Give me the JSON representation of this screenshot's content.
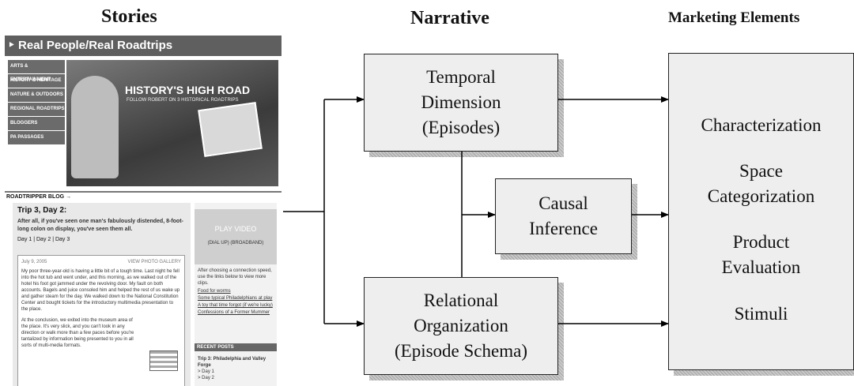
{
  "columns": {
    "stories": "Stories",
    "narrative": "Narrative",
    "marketing": "Marketing Elements"
  },
  "boxes": {
    "temporal": [
      "Temporal",
      "Dimension",
      "(Episodes)"
    ],
    "causal": [
      "Causal",
      "Inference"
    ],
    "relational": [
      "Relational",
      "Organization",
      "(Episode Schema)"
    ],
    "marketing": [
      "Characterization",
      "Space",
      "Categorization",
      "Product",
      "Evaluation",
      "Stimuli"
    ]
  },
  "screenshot": {
    "site_title": "Real People/Real Roadtrips",
    "nav_items": [
      "ARTS & ENTERTAINMENT",
      "HISTORY & HERITAGE",
      "NATURE & OUTDOORS",
      "REGIONAL ROADTRIPS",
      "BLOGGERS",
      "PA PASSAGES"
    ],
    "hero_title": "HISTORY'S HIGH ROAD",
    "hero_subtitle": "FOLLOW ROBERT ON 3 HISTORICAL ROADTRIPS",
    "blog_label": "ROADTRIPPER BLOG →",
    "post_heading": "Trip 3, Day 2:",
    "post_subtitle": "After all, if you've seen one man's fabulously distended, 8-foot-long colon on display, you've seen them all.",
    "post_nav": "Day 1 | Day 2 | Day 3",
    "post_date": "July 9, 2005",
    "gallery_label": "VIEW PHOTO GALLERY",
    "post_body": "My poor three-year-old is having a little bit of a tough time. Last night he fell into the hot tub and went under, and this morning, as we walked out of the hotel his foot got jammed under the revolving door. My fault on both accounts. Bagels and juice consoled him and helped the rest of us wake up and gather steam for the day. We walked down to the National Constitution Center and bought tickets for the introductory multimedia presentation to the place.",
    "post_body2": "At the conclusion, we exited into the museum area of the place. It's very slick, and you can't look in any direction or walk more than a few paces before you're tantalized by information being presented to you in all sorts of multi-media formats.",
    "video_label": "PLAY VIDEO",
    "video_options": "(DIAL UP) (BROADBAND)",
    "video_note": "After choosing a connection speed, use the links below to view more clips.",
    "side_links": [
      "Food for worms",
      "Some typical Philadelphians at play",
      "A toy that time forgot (if we're lucky)",
      "Confessions of a Former Mummer"
    ],
    "recent_posts": "RECENT POSTS",
    "trip_label": "Trip 3: Philadelphia and Valley Forge",
    "trip_days": [
      "> Day 1",
      "> Day 2"
    ]
  }
}
